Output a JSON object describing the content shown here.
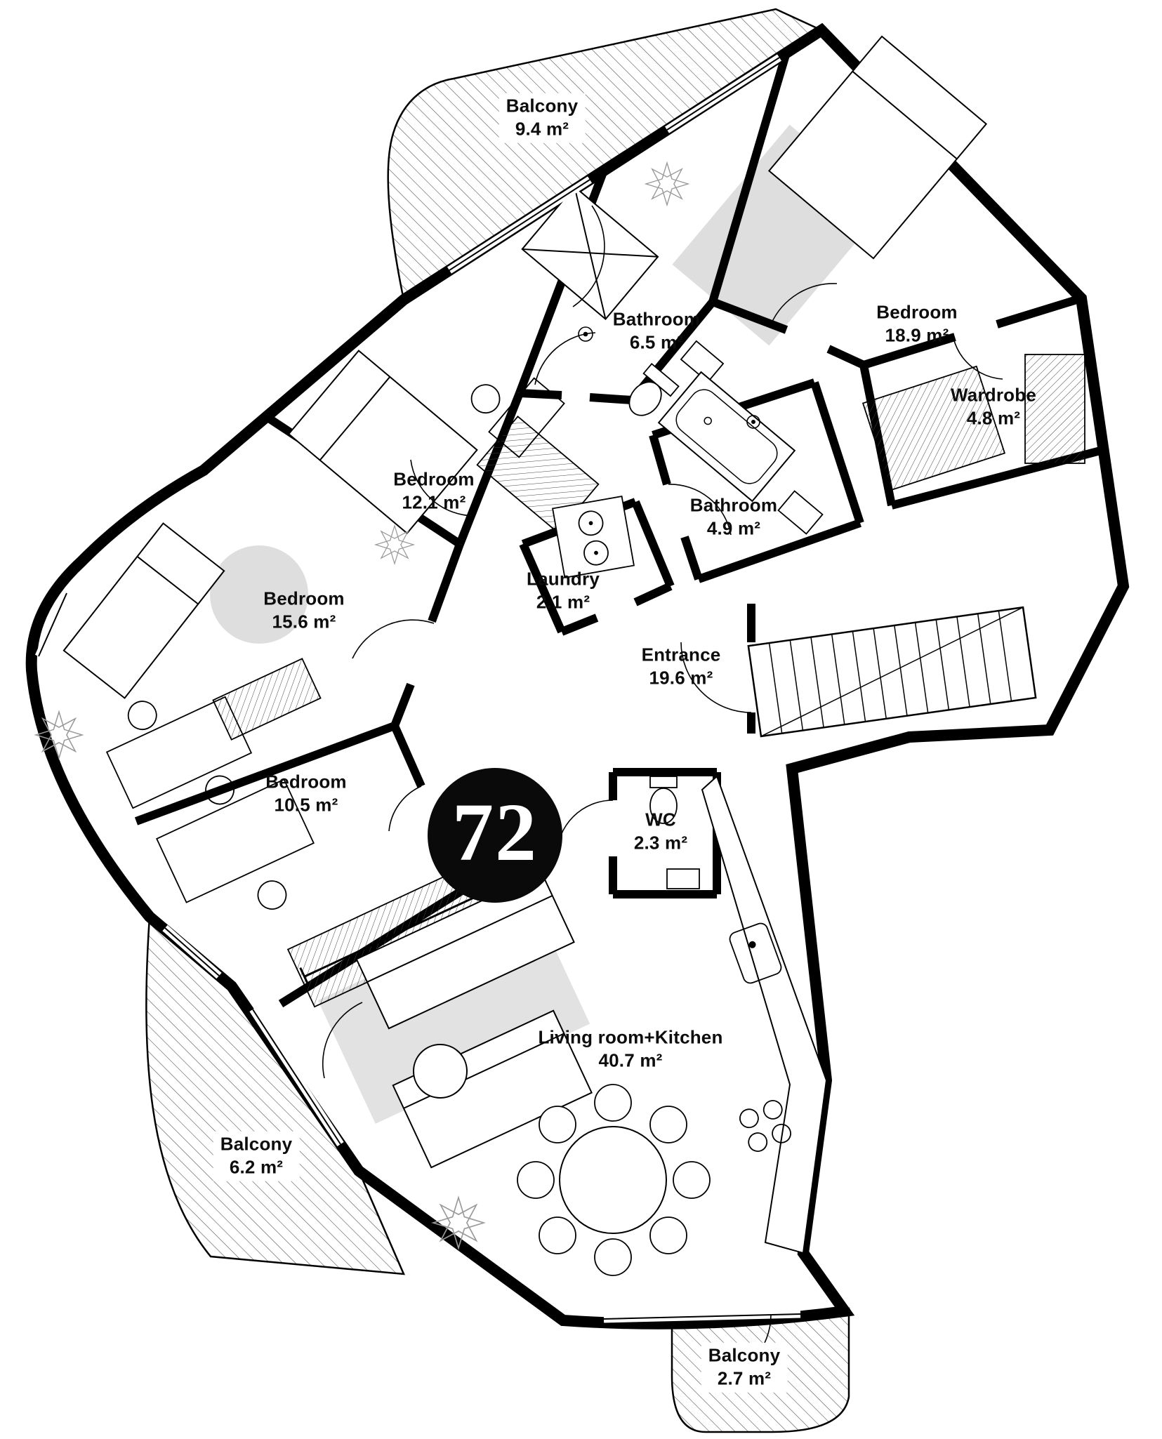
{
  "unit": {
    "number": "72"
  },
  "rooms": [
    {
      "name": "Balcony",
      "area": "9.4 m²"
    },
    {
      "name": "Bathroom",
      "area": "6.5 m²"
    },
    {
      "name": "Bedroom",
      "area": "18.9 m²"
    },
    {
      "name": "Wardrobe",
      "area": "4.8 m²"
    },
    {
      "name": "Bedroom",
      "area": "12.1 m²"
    },
    {
      "name": "Bathroom",
      "area": "4.9 m²"
    },
    {
      "name": "Laundry",
      "area": "2.1 m²"
    },
    {
      "name": "Bedroom",
      "area": "15.6 m²"
    },
    {
      "name": "Entrance",
      "area": "19.6 m²"
    },
    {
      "name": "Bedroom",
      "area": "10.5 m²"
    },
    {
      "name": "WC",
      "area": "2.3 m²"
    },
    {
      "name": "Living room+Kitchen",
      "area": "40.7 m²"
    },
    {
      "name": "Balcony",
      "area": "6.2 m²"
    },
    {
      "name": "Balcony",
      "area": "2.7 m²"
    }
  ],
  "colors": {
    "wall": "#000000",
    "hatch": "#555555",
    "shadow": "#dedede",
    "background": "#ffffff"
  }
}
